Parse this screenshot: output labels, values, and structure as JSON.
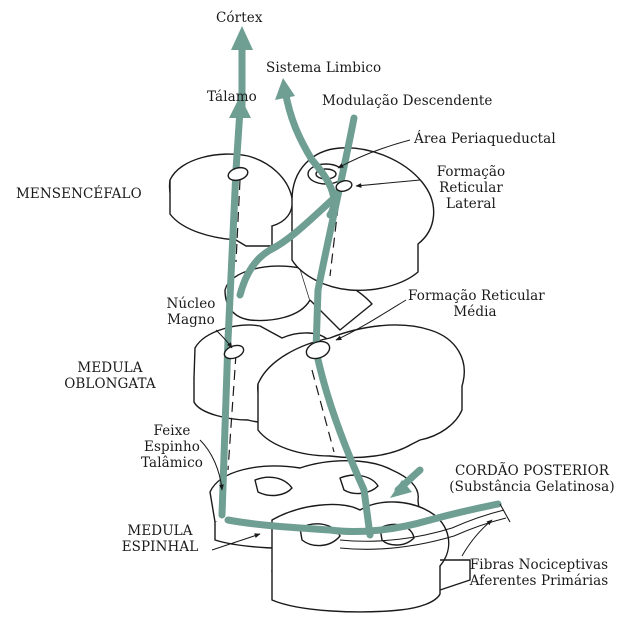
{
  "labels": {
    "cortex": "Córtex",
    "sistema_limbico": "Sistema Limbico",
    "talamo": "Tálamo",
    "modulacao": "Modulação Descendente",
    "area_periaqueductal": "Área Periaqueductal",
    "formacao_lateral": [
      "Formação",
      "Reticular",
      "Lateral"
    ],
    "mesencefalo": "MENSENCÉFALO",
    "nucleo_magno": [
      "Núcleo",
      "Magno"
    ],
    "formacao_media": [
      "Formação Reticular",
      "Média"
    ],
    "medula_oblongata": [
      "MEDULA",
      "OBLONGATA"
    ],
    "feixe": [
      "Feixe",
      "Espinho",
      "Talâmico"
    ],
    "cordao": [
      "CORDÃO POSTERIOR",
      "(Substância Gelatinosa)"
    ],
    "medula_espinhal": [
      "MEDULA",
      "ESPINHAL"
    ],
    "fibras": [
      "Fibras Nociceptivas",
      "Aferentes Primárias"
    ]
  },
  "colors": {
    "pathway": "#6f9e92",
    "outline": "#1a1a1a",
    "text": "#1a1a1a"
  }
}
